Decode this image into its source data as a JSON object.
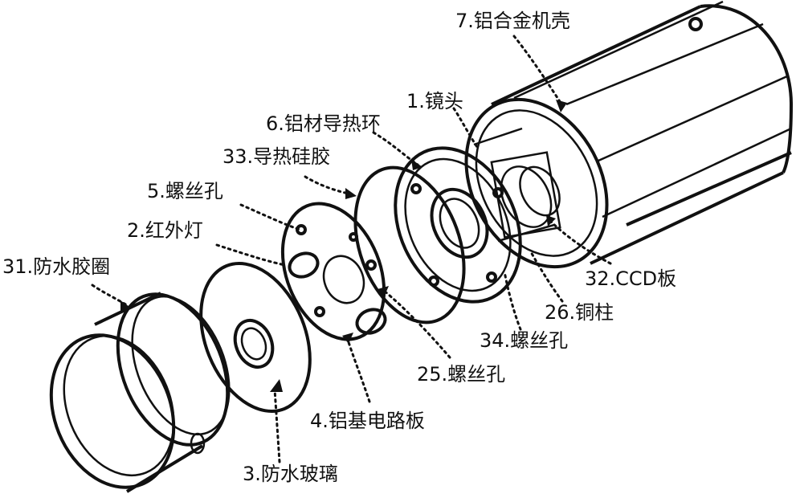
{
  "labels": {
    "housing": "7.铝合金机壳",
    "lens": "1.镜头",
    "thermal_ring": "6.铝材导热环",
    "thermal_silicone": "33.导热硅胶",
    "screw_hole_5": "5.螺丝孔",
    "ir_light": "2.红外灯",
    "seal_ring": "31.防水胶圈",
    "ccd_board": "32.CCD板",
    "copper_pillar": "26.铜柱",
    "screw_hole_34": "34.螺丝孔",
    "screw_hole_25": "25.螺丝孔",
    "aluminum_pcb": "4.铝基电路板",
    "waterproof_glass": "3.防水玻璃"
  }
}
